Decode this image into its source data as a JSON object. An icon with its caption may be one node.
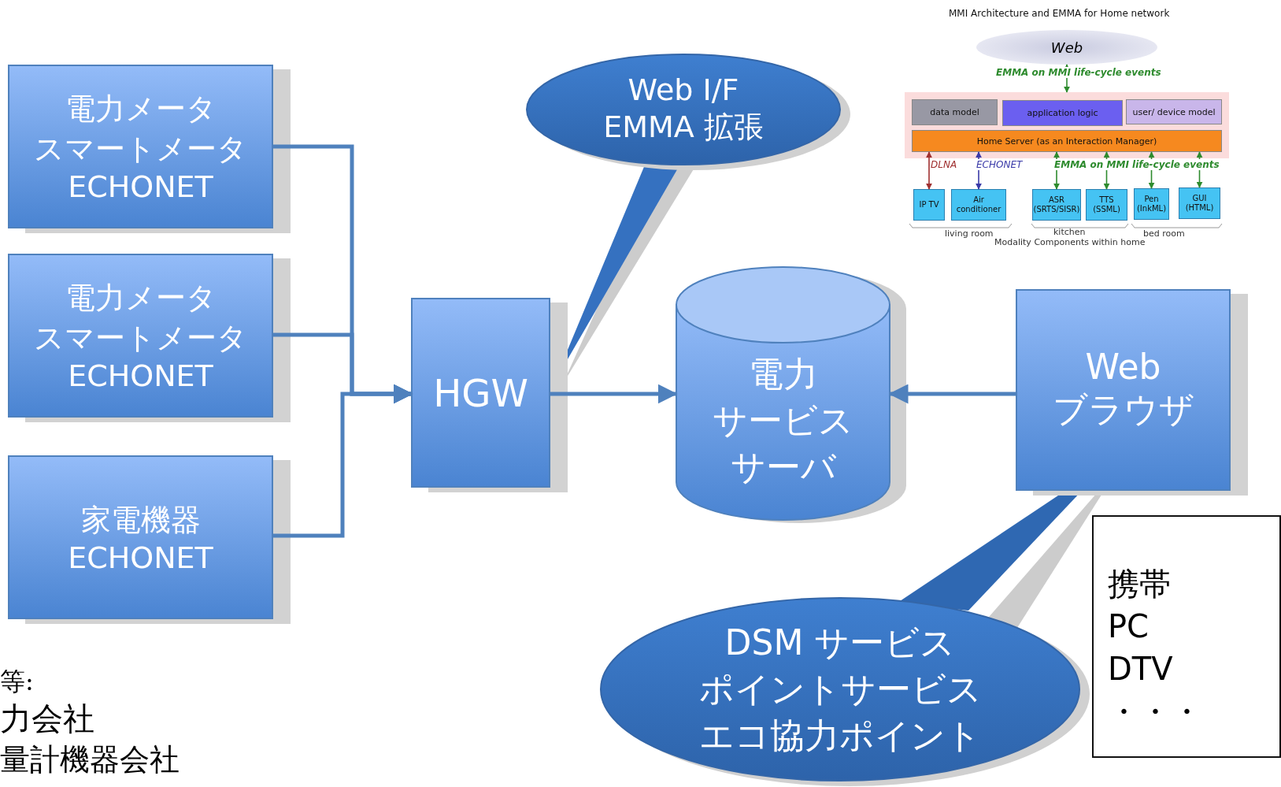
{
  "diagram": {
    "nodes": [
      {
        "text": [
          "電力メータ",
          "スマートメータ",
          "ECHONET"
        ]
      },
      {
        "text": [
          "電力メータ",
          "スマートメータ",
          "ECHONET"
        ]
      },
      {
        "text": [
          "家電機器",
          "ECHONET"
        ]
      },
      {
        "text": [
          "HGW"
        ]
      },
      {
        "text": [
          "Web I/F EMMA 拡張"
        ]
      },
      {
        "text": [
          "電力",
          "サービスサーバ"
        ]
      },
      {
        "text": [
          "Web ブラウザ"
        ]
      },
      {
        "text": [
          "DSM サービス",
          "ポイントサービス",
          "エコ協力ポイント"
        ]
      },
      {
        "text": [
          "携帯",
          "PC",
          "DTV",
          "・・・"
        ]
      },
      {
        "text": [
          "Web"
        ]
      },
      {
        "text": [],
        "shape": "box"
      },
      {
        "text": [
          "data model"
        ],
        "in": 10
      },
      {
        "text": [
          "application logic"
        ],
        "in": 10
      },
      {
        "text": [
          "user/ device model"
        ],
        "in": 10
      },
      {
        "text": [
          "Home Server (as an Interaction Manager)"
        ],
        "in": 10
      },
      {
        "text": [
          "IP TV"
        ]
      },
      {
        "text": [
          "Air conditioner"
        ]
      },
      {
        "text": [
          "ASR (SRTS/SISR)"
        ]
      },
      {
        "text": [
          "TTS (SSML)"
        ]
      },
      {
        "text": [
          "Pen (InkML)"
        ]
      },
      {
        "text": [
          "GUI (HTML)"
        ]
      }
    ],
    "edges": [
      {
        "from": 0,
        "to": 3,
        "arrow": "to",
        "style": "thick"
      },
      {
        "from": 1,
        "to": 3,
        "arrow": "to",
        "style": "thick"
      },
      {
        "from": 2,
        "to": 3,
        "arrow": "to",
        "style": "thick"
      },
      {
        "from": 3,
        "to": 5,
        "arrow": "to",
        "style": "thick"
      },
      {
        "from": 6,
        "to": 5,
        "arrow": "to",
        "style": "thick"
      },
      {
        "from": 9,
        "to": 10,
        "arrow": "both",
        "label": "EMMA on MMI life-cycle events",
        "color": "#2e8b2e"
      },
      {
        "from": 14,
        "to": 15,
        "arrow": "both",
        "label": "DLNA",
        "color": "#a03030"
      },
      {
        "from": 14,
        "to": 16,
        "arrow": "both",
        "label": "ECHONET",
        "color": "#3a3aa8"
      },
      {
        "from": 14,
        "to": 17,
        "arrow": "both",
        "label": "EMMA on MMI life-cycle events",
        "color": "#2e8b2e"
      },
      {
        "from": 14,
        "to": 18,
        "arrow": "both",
        "color": "#2e8b2e"
      },
      {
        "from": 14,
        "to": 19,
        "arrow": "both",
        "color": "#2e8b2e"
      },
      {
        "from": 14,
        "to": 20,
        "arrow": "both",
        "color": "#2e8b2e"
      }
    ],
    "labels": [
      "MMI Architecture and EMMA for Home network",
      "living room",
      "kitchen",
      "bed room",
      "Modality Components within home",
      "等:",
      "力会社",
      "量計機器会社"
    ]
  }
}
